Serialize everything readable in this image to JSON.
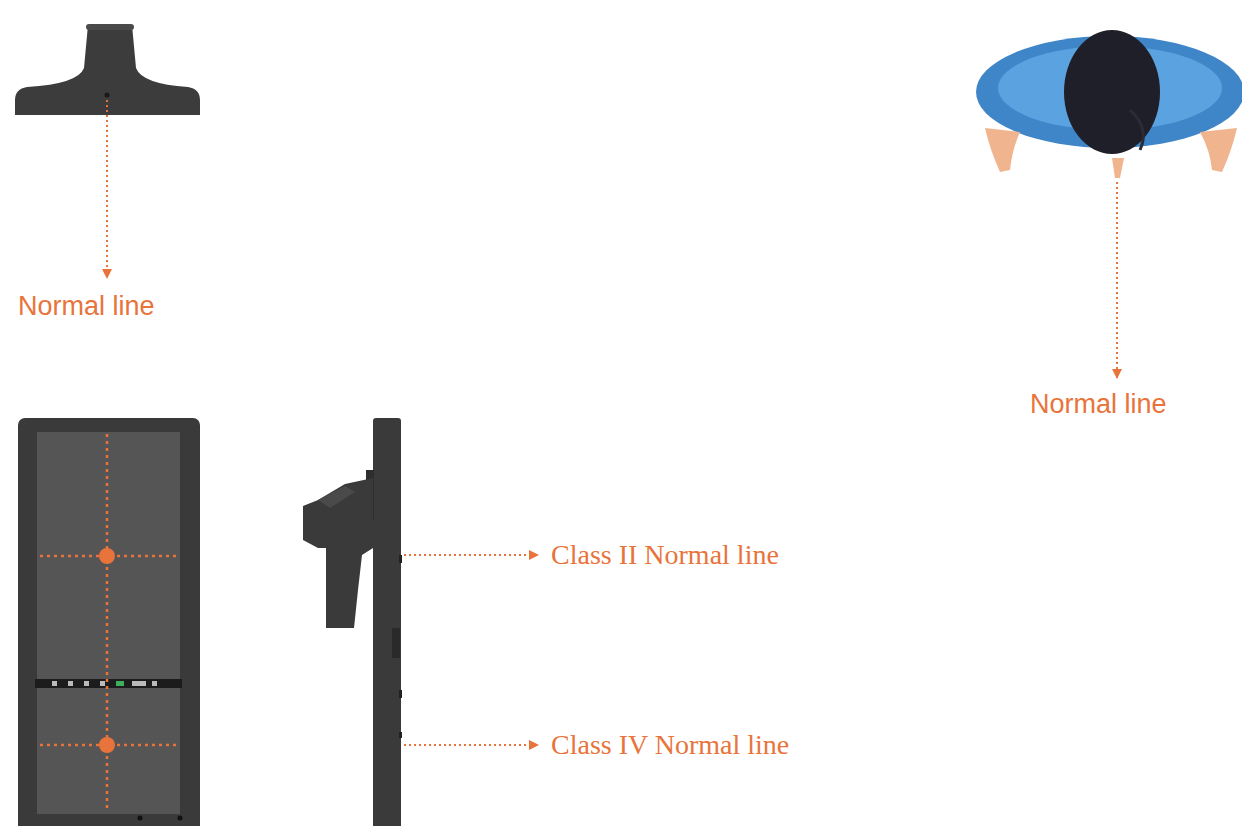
{
  "diagram": {
    "labels": [
      "Normal line",
      "Normal line",
      "Class II Normal line",
      "Class IV Normal line"
    ]
  }
}
